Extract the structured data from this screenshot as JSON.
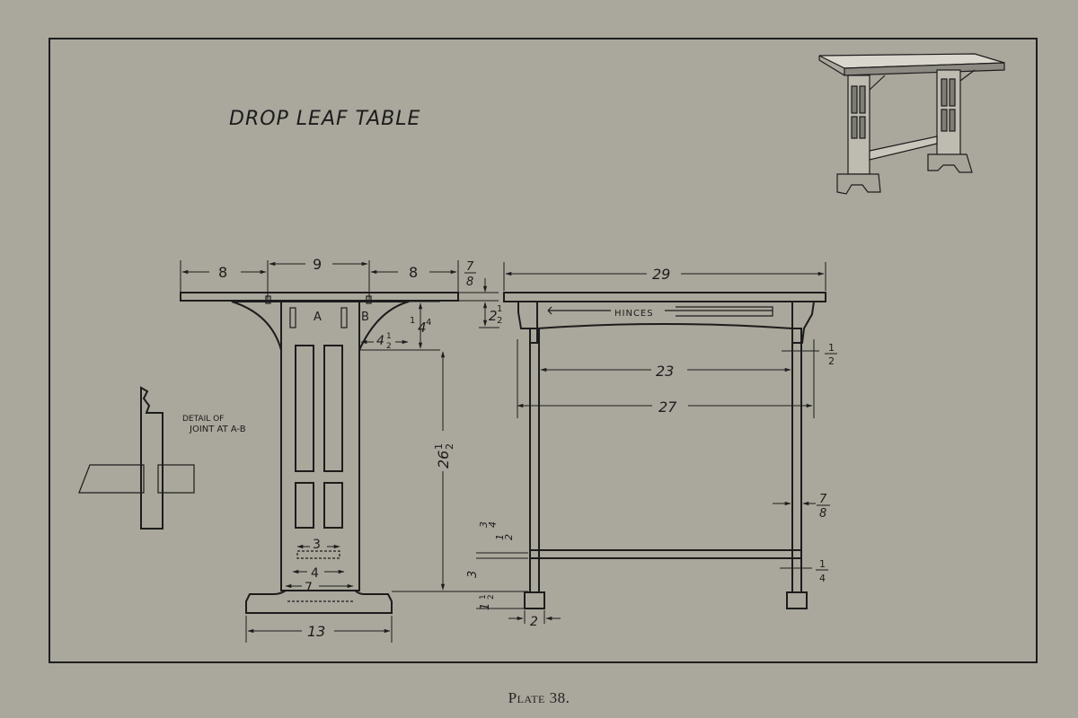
{
  "title": "DROP LEAF TABLE",
  "detail_label_line1": "DETAIL OF",
  "detail_label_line2": "JOINT AT A-B",
  "hinges_label": "HINCES",
  "point_a": "A",
  "point_b": "B",
  "caption": "Plate 38.",
  "front_view": {
    "leaf_left": "8",
    "center_top": "9",
    "leaf_right": "8",
    "top_thickness_num": "7",
    "top_thickness_den": "8",
    "apron_depth": "2",
    "apron_depth_frac_num": "1",
    "apron_depth_frac_den": "2",
    "bracket_height": "4",
    "bracket_height_frac_num": "1",
    "bracket_height_frac_den": "4",
    "bracket_width": "4",
    "bracket_width_frac_num": "1",
    "bracket_width_frac_den": "2",
    "height": "26",
    "height_frac_num": "1",
    "height_frac_den": "2",
    "stretcher_mortise": "3",
    "stretcher_tenon": "4",
    "foot_cap": "7",
    "foot_width": "13"
  },
  "side_view": {
    "top_length": "29",
    "inner_length": "23",
    "overall_length": "27",
    "leg_offset_num": "1",
    "leg_offset_den": "2",
    "post_thickness_num": "7",
    "post_thickness_den": "8",
    "stretcher_offset_num": "1",
    "stretcher_offset_den": "4",
    "stretcher_top_num": "3",
    "stretcher_top_den": "4",
    "stretcher_mid_num": "1",
    "stretcher_mid_den": "2",
    "stretcher_height": "3",
    "foot_height": "1",
    "foot_height_frac_num": "1",
    "foot_height_frac_den": "2",
    "foot_width": "2"
  }
}
